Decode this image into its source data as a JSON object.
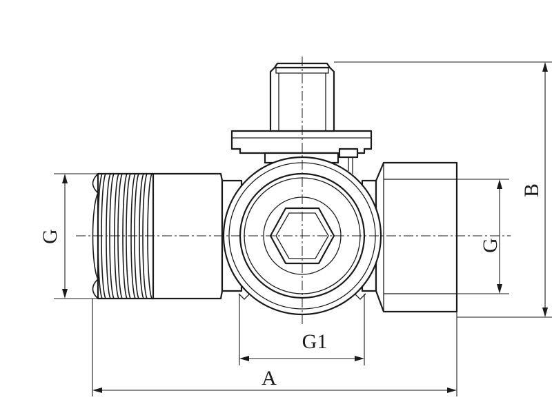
{
  "labels": {
    "g_left": "G",
    "g_right": "G",
    "g1": "G1",
    "a": "A",
    "b": "B"
  }
}
